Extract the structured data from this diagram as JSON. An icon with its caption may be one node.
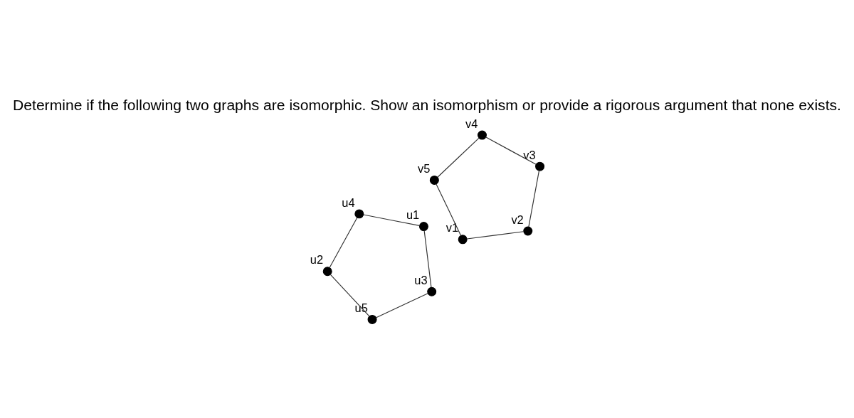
{
  "diagram": {
    "title": "Determine if the following two graphs are isomorphic. Show an isomorphism or provide a rigorous argument that none exists.",
    "nodes": [
      {
        "text": [],
        "shape": "circle",
        "beside": [
          "u1"
        ]
      },
      {
        "text": [],
        "shape": "circle",
        "beside": [
          "u2"
        ]
      },
      {
        "text": [],
        "shape": "circle",
        "beside": [
          "u3"
        ]
      },
      {
        "text": [],
        "shape": "circle",
        "beside": [
          "u4"
        ]
      },
      {
        "text": [],
        "shape": "circle",
        "beside": [
          "u5"
        ]
      },
      {
        "text": [],
        "shape": "circle",
        "beside": [
          "v1"
        ]
      },
      {
        "text": [],
        "shape": "circle",
        "beside": [
          "v2"
        ]
      },
      {
        "text": [],
        "shape": "circle",
        "beside": [
          "v3"
        ]
      },
      {
        "text": [],
        "shape": "circle",
        "beside": [
          "v4"
        ]
      },
      {
        "text": [],
        "shape": "circle",
        "beside": [
          "v5"
        ]
      }
    ],
    "edges": [
      {
        "from": 0,
        "to": 2,
        "arrow": "none"
      },
      {
        "from": 2,
        "to": 4,
        "arrow": "none"
      },
      {
        "from": 4,
        "to": 1,
        "arrow": "none"
      },
      {
        "from": 1,
        "to": 3,
        "arrow": "none"
      },
      {
        "from": 3,
        "to": 0,
        "arrow": "none"
      },
      {
        "from": 5,
        "to": 6,
        "arrow": "none"
      },
      {
        "from": 6,
        "to": 7,
        "arrow": "none"
      },
      {
        "from": 7,
        "to": 8,
        "arrow": "none"
      },
      {
        "from": 8,
        "to": 9,
        "arrow": "none"
      },
      {
        "from": 9,
        "to": 5,
        "arrow": "none"
      }
    ]
  }
}
